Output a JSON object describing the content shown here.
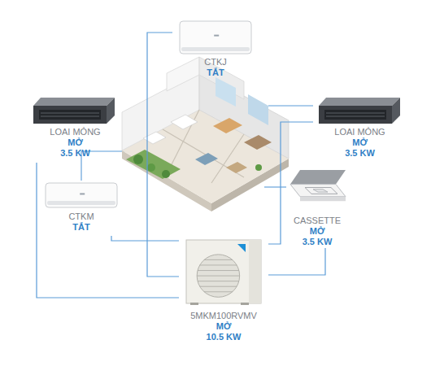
{
  "diagram": {
    "nodes": [
      {
        "text": [
          "CTKJ",
          "TẮT"
        ]
      },
      {
        "text": [
          "LOAI MỎNG",
          "MỞ",
          "3.5 KW"
        ]
      },
      {
        "text": [
          "LOAI MỎNG",
          "MỞ",
          "3.5 KW"
        ]
      },
      {
        "text": [
          "CTKM",
          "TẮT"
        ]
      },
      {
        "text": [
          "CASSETTE",
          "MỞ",
          "3.5 KW"
        ]
      },
      {
        "text": [
          "5MKM100RVMV",
          "MỞ",
          "10.5 KW"
        ]
      }
    ],
    "edges": [
      {
        "from": 0,
        "to": 5,
        "arrow": "none"
      },
      {
        "from": 1,
        "to": 5,
        "arrow": "none"
      },
      {
        "from": 2,
        "to": 5,
        "arrow": "none"
      },
      {
        "from": 3,
        "to": 5,
        "arrow": "none"
      },
      {
        "from": 4,
        "to": 5,
        "arrow": "none"
      }
    ]
  }
}
